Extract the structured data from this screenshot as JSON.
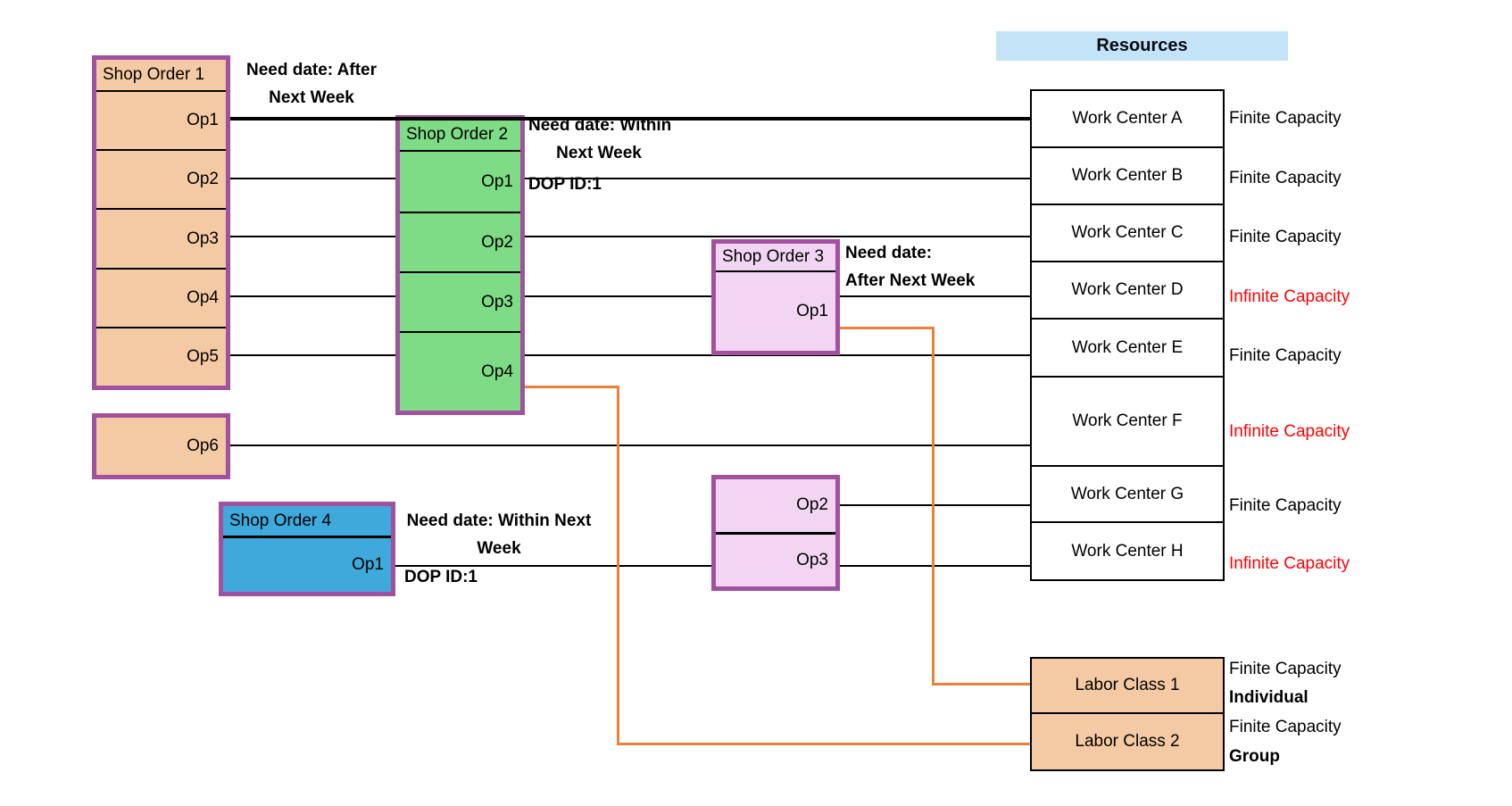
{
  "resources": {
    "header": "Resources"
  },
  "shop_order_1": {
    "title": "Shop Order 1",
    "need_date": [
      "Need date: After",
      "Next Week"
    ],
    "ops": [
      "Op1",
      "Op2",
      "Op3",
      "Op4",
      "Op5"
    ],
    "extra_op": "Op6"
  },
  "shop_order_2": {
    "title": "Shop Order 2",
    "need_date": [
      "Need date: Within",
      "Next Week"
    ],
    "dop_id": "DOP ID:1",
    "ops": [
      "Op1",
      "Op2",
      "Op3",
      "Op4"
    ]
  },
  "shop_order_3": {
    "title": "Shop Order 3",
    "need_date": [
      "Need date:",
      "After Next Week"
    ],
    "ops": [
      "Op1",
      "Op2",
      "Op3"
    ]
  },
  "shop_order_4": {
    "title": "Shop Order 4",
    "need_date": [
      "Need date: Within Next",
      "Week"
    ],
    "dop_id": "DOP ID:1",
    "ops": [
      "Op1"
    ]
  },
  "work_centers": [
    {
      "name": "Work Center A",
      "capacity": "Finite Capacity",
      "capacity_type": "finite"
    },
    {
      "name": "Work Center B",
      "capacity": "Finite Capacity",
      "capacity_type": "finite"
    },
    {
      "name": "Work Center C",
      "capacity": "Finite Capacity",
      "capacity_type": "finite"
    },
    {
      "name": "Work Center D",
      "capacity": "Infinite Capacity",
      "capacity_type": "infinite"
    },
    {
      "name": "Work Center E",
      "capacity": "Finite Capacity",
      "capacity_type": "finite"
    },
    {
      "name": "Work Center F",
      "capacity": "Infinite Capacity",
      "capacity_type": "infinite"
    },
    {
      "name": "Work Center G",
      "capacity": "Finite Capacity",
      "capacity_type": "finite"
    },
    {
      "name": "Work Center H",
      "capacity": "Infinite Capacity",
      "capacity_type": "infinite"
    }
  ],
  "labor_classes": [
    {
      "name": "Labor Class 1",
      "capacity": "Finite Capacity",
      "scope": "Individual"
    },
    {
      "name": "Labor Class 2",
      "capacity": "Finite Capacity",
      "scope": "Group"
    }
  ],
  "connections": [
    {
      "from": "Shop Order 1 Op1",
      "to": "Work Center A",
      "style": "black-thick"
    },
    {
      "from": "Shop Order 1 Op2",
      "to": "Work Center B",
      "style": "black"
    },
    {
      "from": "Shop Order 2 Op1",
      "to": "Work Center B",
      "style": "black"
    },
    {
      "from": "Shop Order 1 Op3",
      "to": "Work Center C",
      "style": "black"
    },
    {
      "from": "Shop Order 2 Op2",
      "to": "Work Center C",
      "style": "black"
    },
    {
      "from": "Shop Order 1 Op4",
      "to": "Work Center D",
      "style": "black"
    },
    {
      "from": "Shop Order 2 Op3",
      "to": "Work Center D",
      "style": "black"
    },
    {
      "from": "Shop Order 3 Op1",
      "to": "Work Center D",
      "style": "black"
    },
    {
      "from": "Shop Order 1 Op5",
      "to": "Work Center E",
      "style": "black"
    },
    {
      "from": "Shop Order 2 Op4",
      "to": "Work Center E",
      "style": "black"
    },
    {
      "from": "Shop Order 1 Op6",
      "to": "Work Center F",
      "style": "black"
    },
    {
      "from": "Shop Order 3 Op2",
      "to": "Work Center G",
      "style": "black"
    },
    {
      "from": "Shop Order 3 Op3",
      "to": "Work Center H",
      "style": "black"
    },
    {
      "from": "Shop Order 4 Op1",
      "to": "Work Center H",
      "style": "black"
    },
    {
      "from": "Shop Order 3 Op1",
      "to": "Labor Class 1",
      "style": "orange"
    },
    {
      "from": "Shop Order 2 Op4",
      "to": "Labor Class 2",
      "style": "orange"
    }
  ],
  "colors": {
    "shop_order_1_fill": "#F4CAA4",
    "shop_order_2_fill": "#7EDC86",
    "shop_order_3_fill": "#F2D5F3",
    "shop_order_4_fill": "#3FA9DC",
    "labor_class_fill": "#F4CAA4",
    "box_border_purple": "#A1519E",
    "resources_header_fill": "#C2E4F6",
    "orange_connector": "#E8803E",
    "infinite_capacity_red": "#FF0000",
    "connector_black": "#000000"
  }
}
